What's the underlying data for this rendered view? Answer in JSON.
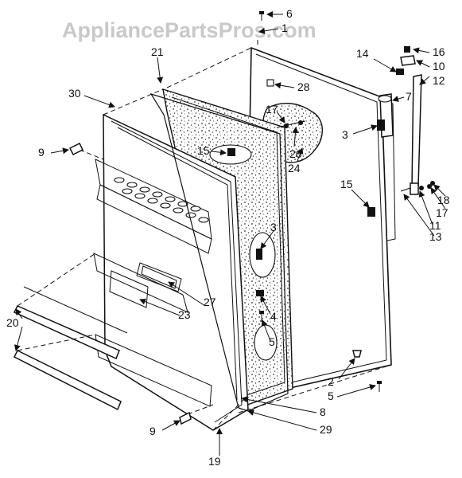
{
  "watermark": "AppliancePartsPros.com",
  "callouts": {
    "c6": "6",
    "c1": "1",
    "c16": "16",
    "c10": "10",
    "c14": "14",
    "c12": "12",
    "c21": "21",
    "c28": "28",
    "c7": "7",
    "c30": "30",
    "c17a": "17",
    "c3a": "3",
    "c26": "26",
    "c24": "24",
    "c9a": "9",
    "c15a": "15",
    "c15b": "15",
    "c18": "18",
    "c17b": "17",
    "c11": "11",
    "c13": "13",
    "c3b": "3",
    "c27": "27",
    "c23": "23",
    "c4": "4",
    "c20": "20",
    "c5a": "5",
    "c2": "2",
    "c5b": "5",
    "c8": "8",
    "c9b": "9",
    "c29": "29",
    "c19": "19"
  },
  "icons": {
    "arrow": "arrow-icon",
    "screw": "screw-icon"
  }
}
